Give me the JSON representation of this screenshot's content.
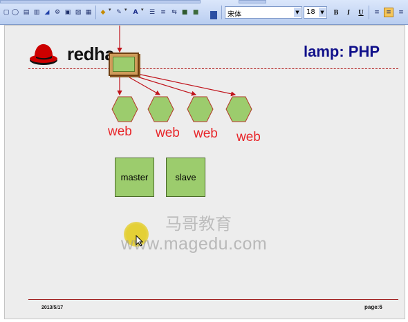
{
  "toolbar": {
    "font_name": "宋体",
    "font_size": "18",
    "bold_label": "B",
    "italic_label": "I",
    "underline_label": "U",
    "font_color_label": "A"
  },
  "slide": {
    "logo_text": "redha",
    "title": "lamp: PHP",
    "web_labels": [
      "web",
      "web",
      "web",
      "web"
    ],
    "master_label": "master",
    "slave_label": "slave",
    "watermark_cn": "马哥教育",
    "watermark_url": "www.magedu.com",
    "footer_date": "2013/5/17",
    "footer_page_prefix": "page:",
    "footer_page_number": "6"
  },
  "colors": {
    "title": "#10108a",
    "web_label": "#e8262a",
    "node_fill": "#9ccc6d",
    "arrow": "#c0141c",
    "logo_red": "#cc0000"
  }
}
